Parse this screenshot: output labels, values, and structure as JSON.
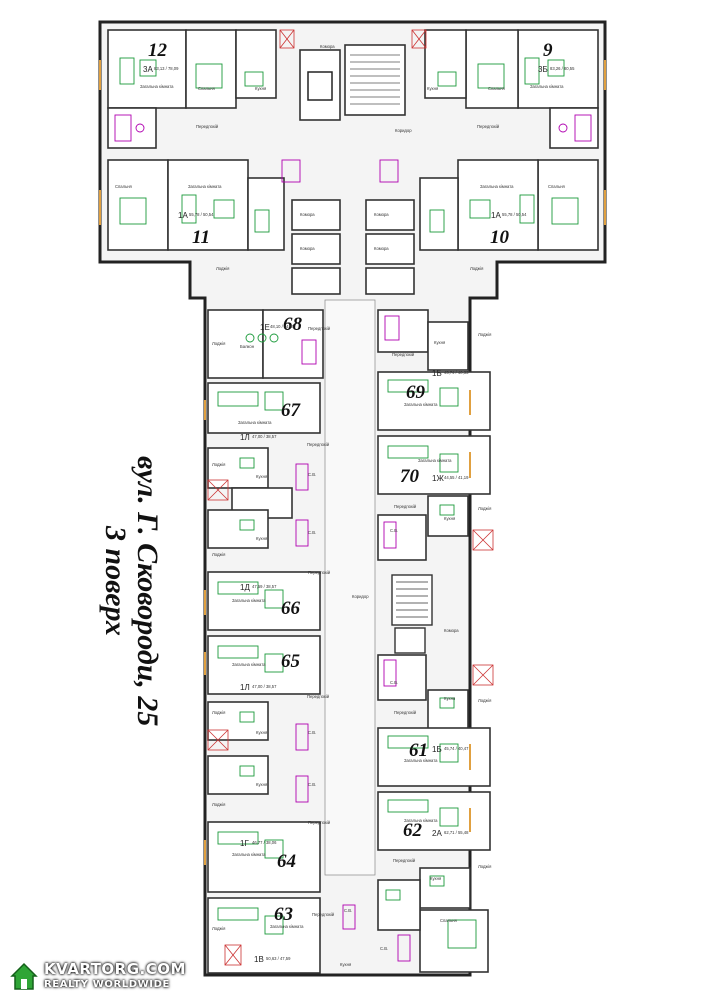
{
  "plan": {
    "street_title_line1": "вул. Г. Сковороди, 25",
    "street_title_line2": "3 поверх"
  },
  "apartments": [
    {
      "number": "12",
      "type": "3А",
      "areas": "83,13 / 78,09"
    },
    {
      "number": "9",
      "type": "3Б",
      "areas": "83,26 / 80,55"
    },
    {
      "number": "11",
      "type": "1А",
      "areas": "55,78 / 50,54"
    },
    {
      "number": "10",
      "type": "1А",
      "areas": "55,78 / 50,54"
    },
    {
      "number": "68",
      "type": "1Е",
      "areas": "48,10 / 44,65"
    },
    {
      "number": "69",
      "type": "1Б",
      "areas": "45,74 / 40,33"
    },
    {
      "number": "67",
      "type": "1Л",
      "areas": "47,00 / 38,57"
    },
    {
      "number": "70",
      "type": "1Ж",
      "areas": "44,55 / 41,19"
    },
    {
      "number": "66",
      "type": "1Д",
      "areas": "47,59 / 38,57"
    },
    {
      "number": "65",
      "type": "1Л",
      "areas": "47,00 / 38,57"
    },
    {
      "number": "61",
      "type": "1Б",
      "areas": "45,74 / 40,47"
    },
    {
      "number": "62",
      "type": "2А",
      "areas": "62,71 / 55,48"
    },
    {
      "number": "64",
      "type": "1Г",
      "areas": "46,77 / 38,06"
    },
    {
      "number": "63",
      "type": "1В",
      "areas": "50,63 / 47,59"
    }
  ],
  "rooms": {
    "living": "Загальна кімната",
    "bedroom": "Спальня",
    "kitchen": "Кухня",
    "hall": "Передпокій",
    "bath": "С.В.",
    "storage": "Комора",
    "corridor": "Коридор",
    "loggia": "Лоджія",
    "balcony": "Балкон"
  },
  "watermark": {
    "brand": "KVARTORG.COM",
    "tagline": "REALTY WORLDWIDE"
  },
  "colors": {
    "wall": "#222222",
    "furniture": "#1a9a3a",
    "bath_fixture": "#b000b0",
    "window": "#e0a040",
    "room_line": "#666666"
  }
}
